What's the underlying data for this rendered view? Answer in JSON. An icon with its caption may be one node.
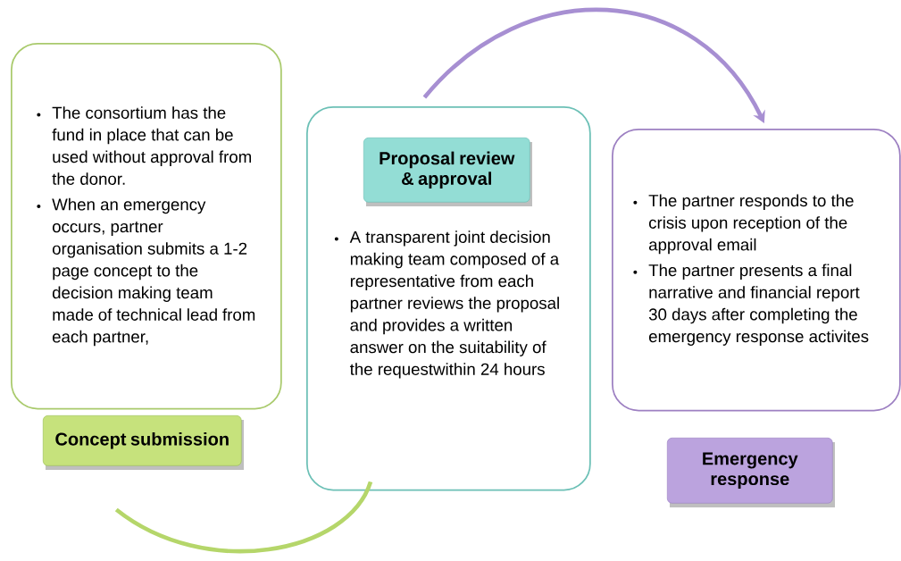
{
  "diagram": {
    "nodes": [
      {
        "text": [
          "The consortium has the fund in place that can be used without approval from the donor.",
          "When an emergency occurs, partner organisation submits a 1-2 page concept to the decision making team made of technical lead from each partner,"
        ]
      },
      {
        "text": [
          "Concept submission"
        ]
      },
      {
        "text": [
          "A transparent joint decision making team composed of a representative from each partner reviews the proposal and provides a written answer on the suitability  of the requestwithin 24 hours"
        ]
      },
      {
        "text": [
          "Proposal review & approval"
        ],
        "in": 2
      },
      {
        "text": [
          "The partner responds to the crisis upon reception of the approval email",
          "The partner presents a final narrative and financial report 30 days after completing the emergency response activites"
        ]
      },
      {
        "text": [
          "Emergency response"
        ]
      }
    ],
    "edges": [
      {
        "from": 1,
        "to": 2,
        "arrow": "none",
        "color": "#b5d66a"
      },
      {
        "from": 2,
        "to": 4,
        "arrow": "to",
        "color": "#a78fd2"
      }
    ]
  }
}
